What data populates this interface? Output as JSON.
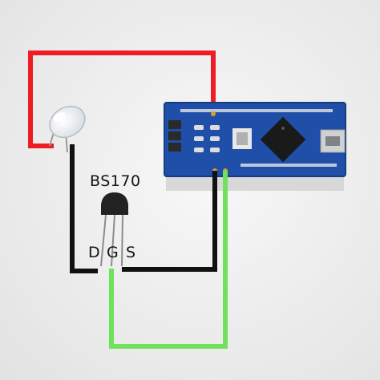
{
  "transistor": {
    "model": "BS170",
    "pins": [
      "D",
      "G",
      "S"
    ]
  },
  "colors": {
    "background": "#eeeeee",
    "wire_positive": "#ee1c24",
    "wire_ground": "#111111",
    "wire_signal": "#6fe15a",
    "board": "#1f4fa8",
    "transistor_body": "#222222"
  },
  "icons": [
    "led-icon",
    "transistor-icon",
    "arduino-nano-board-icon",
    "mini-usb-port-icon"
  ]
}
